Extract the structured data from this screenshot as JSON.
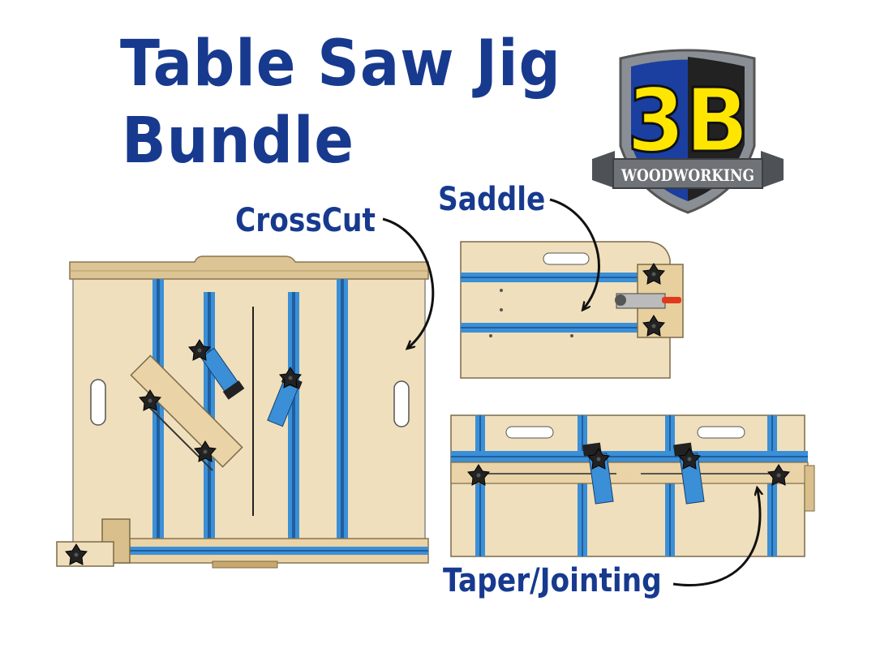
{
  "title": {
    "line1": "Table Saw Jig",
    "line2": "Bundle"
  },
  "logo": {
    "mark": "3B",
    "banner": "WOODWORKING"
  },
  "callouts": {
    "crosscut": "CrossCut",
    "saddle": "Saddle",
    "taper": "Taper/Jointing"
  },
  "colors": {
    "navy": "#173a8f",
    "plywood": "#f0dfbc",
    "track_blue": "#3b8fd6",
    "knob": "#222222",
    "logo_yellow": "#ffe600",
    "logo_gray": "#6f7378",
    "clamp_red": "#e03a1e"
  },
  "icons": [
    "shield-logo",
    "star-knob-icon",
    "toggle-clamp-icon",
    "arrow-icon"
  ]
}
